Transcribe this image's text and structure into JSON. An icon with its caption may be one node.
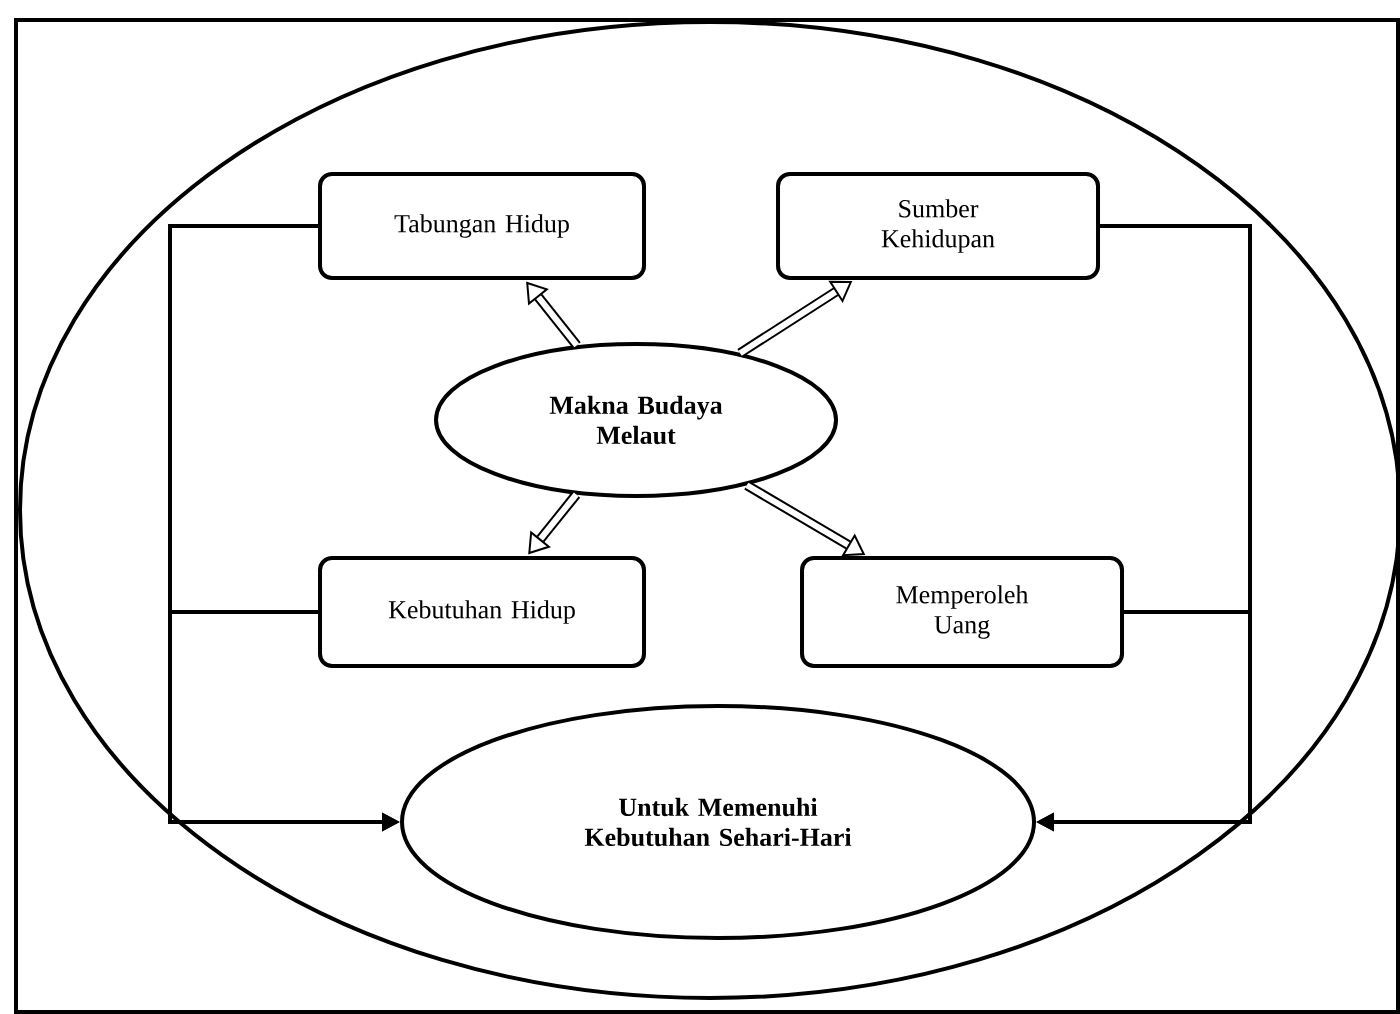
{
  "diagram": {
    "nodes": [
      {
        "text": [
          "Makna Budaya Melaut"
        ]
      },
      {
        "text": [
          "Tabungan Hidup"
        ]
      },
      {
        "text": [
          "Sumber Kehidupan"
        ]
      },
      {
        "text": [
          "Kebutuhan Hidup"
        ]
      },
      {
        "text": [
          "Memperoleh Uang"
        ]
      },
      {
        "text": [
          "Untuk Memenuhi Kebutuhan Sehari-Hari"
        ]
      }
    ],
    "edges": [
      {
        "from": 0,
        "to": 1,
        "arrow": "to",
        "style": "thick"
      },
      {
        "from": 0,
        "to": 2,
        "arrow": "to",
        "style": "thick"
      },
      {
        "from": 0,
        "to": 3,
        "arrow": "to",
        "style": "thick"
      },
      {
        "from": 0,
        "to": 4,
        "arrow": "to",
        "style": "thick"
      },
      {
        "from": 1,
        "to": 5,
        "arrow": "to"
      },
      {
        "from": 3,
        "to": 5,
        "arrow": "to"
      },
      {
        "from": 2,
        "to": 5,
        "arrow": "to"
      },
      {
        "from": 4,
        "to": 5,
        "arrow": "to"
      }
    ]
  }
}
